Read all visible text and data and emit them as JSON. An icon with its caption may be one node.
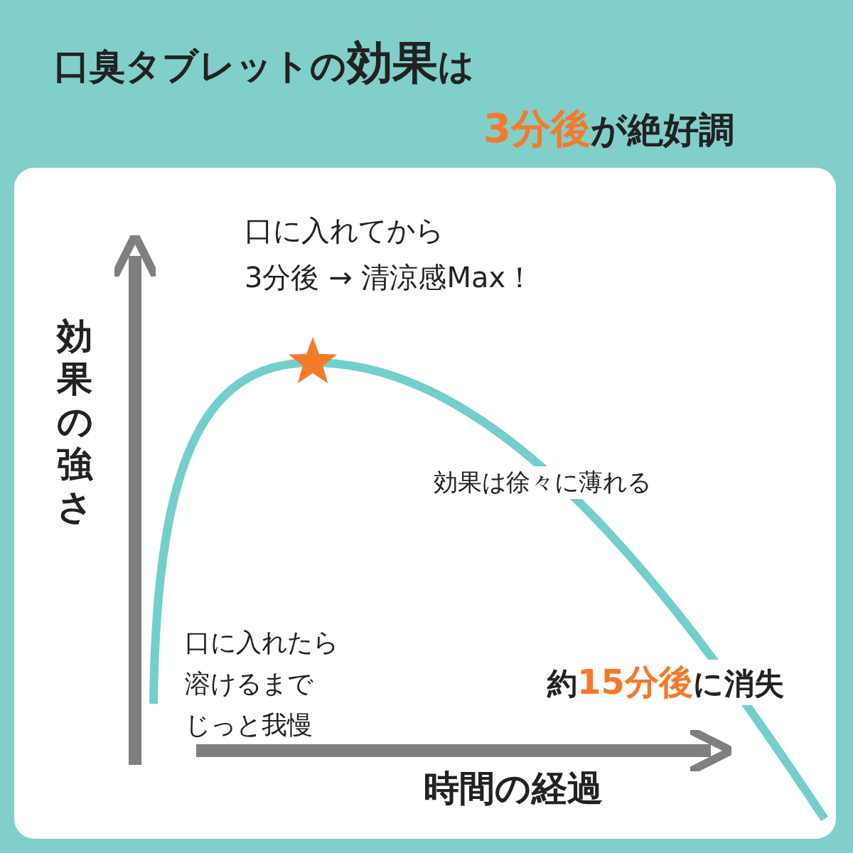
{
  "diagram": {
    "title": "口臭タブレットの**効果**は**3分後**が絶好調",
    "labels": [
      "口に入れてから3分後 → 清涼感Max！",
      "効果の強さ",
      "効果は徐々に薄れる",
      "口に入れたら溶けるまでじっと我慢",
      "約**15分後**に消失",
      "時間の経過"
    ]
  }
}
